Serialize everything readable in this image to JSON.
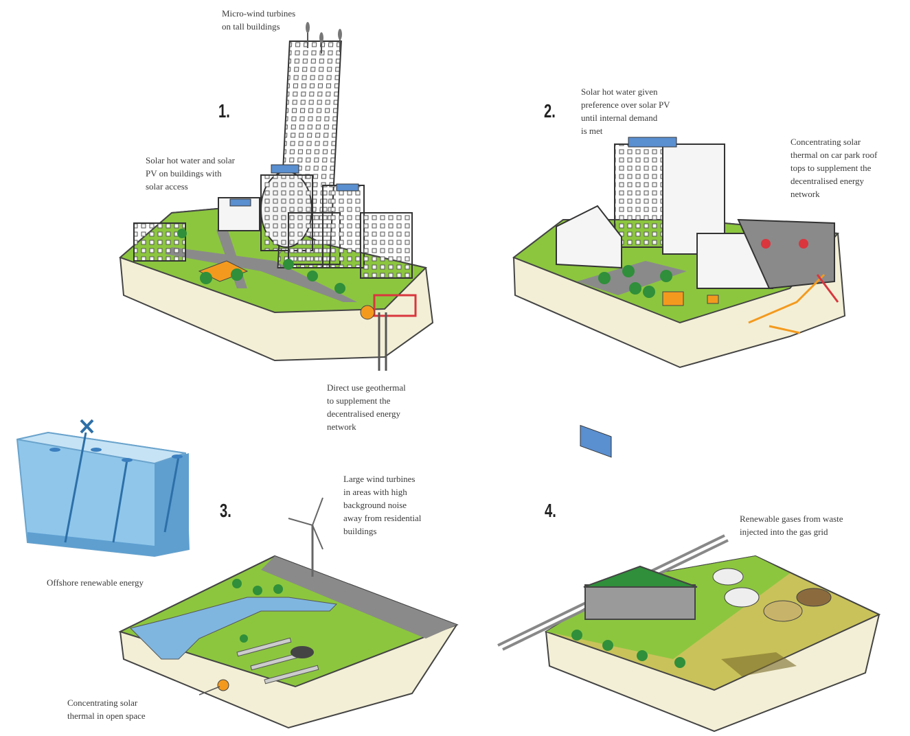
{
  "panels": [
    {
      "number": "1.",
      "labels": [
        "Micro-wind turbines\non tall buildings",
        "Solar hot water and solar\nPV on buildings with\nsolar access",
        "Direct use geothermal\nto supplement the\ndecentralised energy\nnetwork"
      ]
    },
    {
      "number": "2.",
      "labels": [
        "Solar hot water given\npreference over solar PV\nuntil internal demand\nis met",
        "Concentrating solar\nthermal on car park roof\ntops to supplement the\ndecentralised energy\nnetwork"
      ]
    },
    {
      "number": "3.",
      "labels": [
        "Large wind turbines\nin areas with high\nbackground noise\naway from residential\nbuildings",
        "Offshore renewable energy",
        "Concentrating solar\nthermal in open space"
      ]
    },
    {
      "number": "4.",
      "labels": [
        "Renewable gases from waste\ninjected into the gas grid"
      ]
    }
  ],
  "colors": {
    "grass": "#8cc63f",
    "soil": "#f3efd6",
    "road": "#8a8a8a",
    "water": "#7fb6e0",
    "orange": "#f39a1e",
    "red": "#d9363e",
    "roof": "#2f8f3a"
  }
}
